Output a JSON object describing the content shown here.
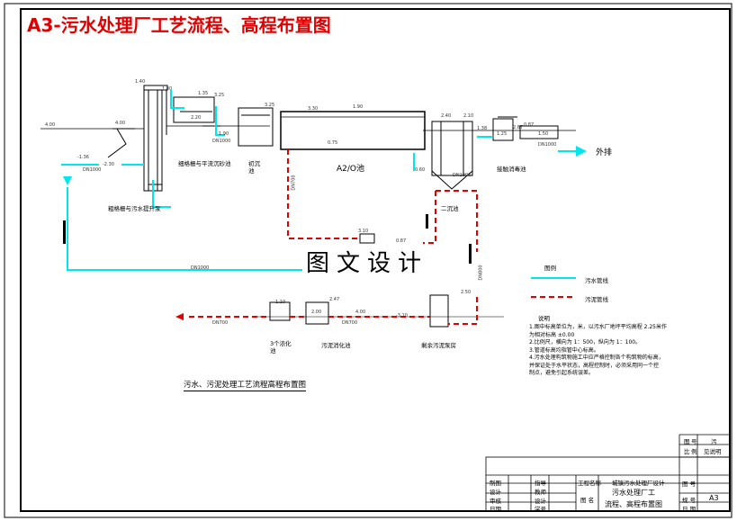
{
  "title": "A3-污水处理厂工艺流程、高程布置图",
  "center_label": "A2/O池",
  "out_label": "外排",
  "watermark": "图文设计",
  "units": {
    "coarse_screen": "粗格栅与污水提升泵",
    "fine_screen": "细格栅与平流沉砂池",
    "primary_clarifier_line1": "初沉",
    "primary_clarifier_line2": "池",
    "secondary_clarifier": "二沉池",
    "disinfection": "接触消毒池",
    "thickener_line1": "3个浓化",
    "thickener_line2": "池",
    "sludge_digester": "污泥消化池",
    "sludge_pump": "剩余污泥泵房"
  },
  "pipes": {
    "dn1000_a": "DN1000",
    "dn1000_b": "DN1000",
    "dn1000_c": "DN1000",
    "dn1000_d": "DN1000",
    "dn1000_e": "DN1000",
    "dn800": "DN800",
    "dn700_a": "DN700",
    "dn700_b": "DN700",
    "dn700_c": "DN700"
  },
  "elevations": {
    "e1": "4.00",
    "e2": "4.00",
    "e3": "-1.36",
    "e4": "-2.30",
    "e5": "1.40",
    "e6": "1.80",
    "e7": "1.35",
    "e8": "3.25",
    "e9": "2.20",
    "e10": "1.90",
    "e11": "3.25",
    "e12": "3.30",
    "e13": "1.90",
    "e14": "0.75",
    "e15": "2.40",
    "e16": "2.10",
    "e17": "1.25",
    "e18": "0.87",
    "e19": "1.50",
    "e20": "0.60",
    "e21": "1.10",
    "e22": "2.47",
    "e23": "2.00",
    "e24": "3.10",
    "e25": "2.50",
    "e26": "2.87",
    "e27": "1.38",
    "e28": "0.87",
    "e29": "4.00",
    "e30": "-3.10"
  },
  "legend": {
    "title": "图例",
    "sewage": "污水管线",
    "sludge": "污泥管线"
  },
  "notes": {
    "title": "说明",
    "lines": [
      "1.图中标高单位为，米，以污水厂地坪平均高程 2.25米作",
      "   为相对标高 ±0.00",
      "2.比例尺，横向为 1：500，纵向为 1：100。",
      "3.管道标高均指管中心标高。",
      "4.污水处理构筑物施工中应严格控制各个构筑物的标高，",
      "   并保证处于水平状态，高程控制时，必须采用同一个控",
      "   制点，避免引起系统误差。"
    ]
  },
  "caption": "污水、污泥处理工艺流程高程布置图",
  "title_block": {
    "left_labels": [
      "制图",
      "设计",
      "审核",
      "日期"
    ],
    "mid_labels": [
      "指导",
      "教师",
      "设计",
      "学号"
    ],
    "project_label": "工程名称",
    "project_value": "城镇污水处理厂设计",
    "drawing_label": "图  名",
    "drawing_value_1": "污水处理厂工",
    "drawing_value_2": "流程、高程布置图",
    "right_top": [
      "图",
      "号",
      "污"
    ],
    "right_row2": [
      "比",
      "例",
      "见说明"
    ],
    "sheet_label": "图   号",
    "size_label": "规  号",
    "size_value": "A3",
    "date_label": "日  期"
  },
  "colors": {
    "title": "#e00000",
    "sewage": "#00e5ee",
    "sludge": "#e00000",
    "line": "#000000"
  }
}
